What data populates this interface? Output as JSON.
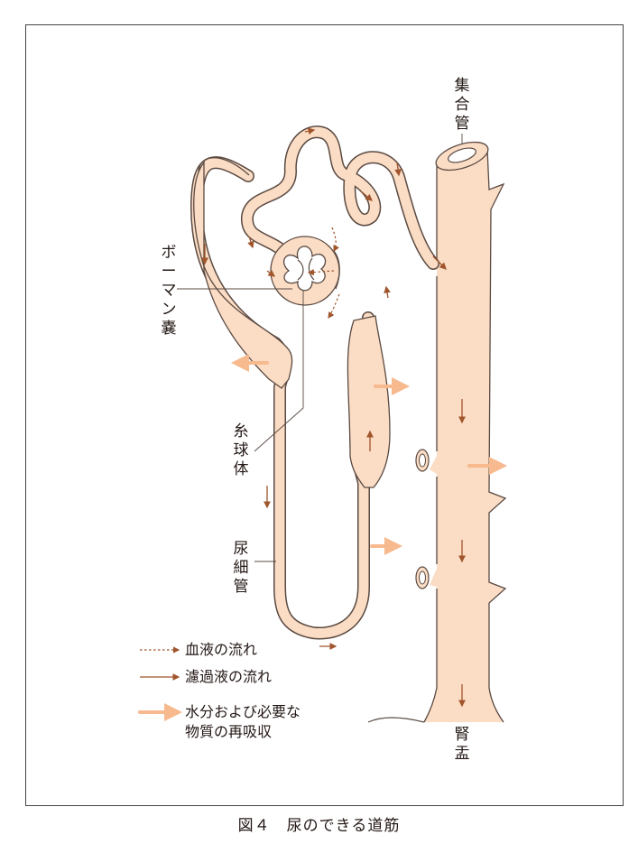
{
  "labels": {
    "collecting_duct": "集\n合\n管",
    "bowman_capsule": "ボ\nー\nマ\nン\n嚢",
    "glomerulus": "糸\n球\n体",
    "renal_tubule": "尿\n細\n管",
    "renal_pelvis": "腎\n盂"
  },
  "legend": [
    {
      "text": "血液の流れ",
      "style": "dotted"
    },
    {
      "text": "濾過液の流れ",
      "style": "thin"
    },
    {
      "text": "水分および必要な\n物質の再吸収",
      "style": "thick"
    }
  ],
  "caption": "図４　尿のできる道筋",
  "colors": {
    "tubule_fill": "#fbdcc4",
    "outline": "#5a4a42",
    "flow_arrow": "#a0552c",
    "reabsorption_arrow": "#f7b98e"
  }
}
